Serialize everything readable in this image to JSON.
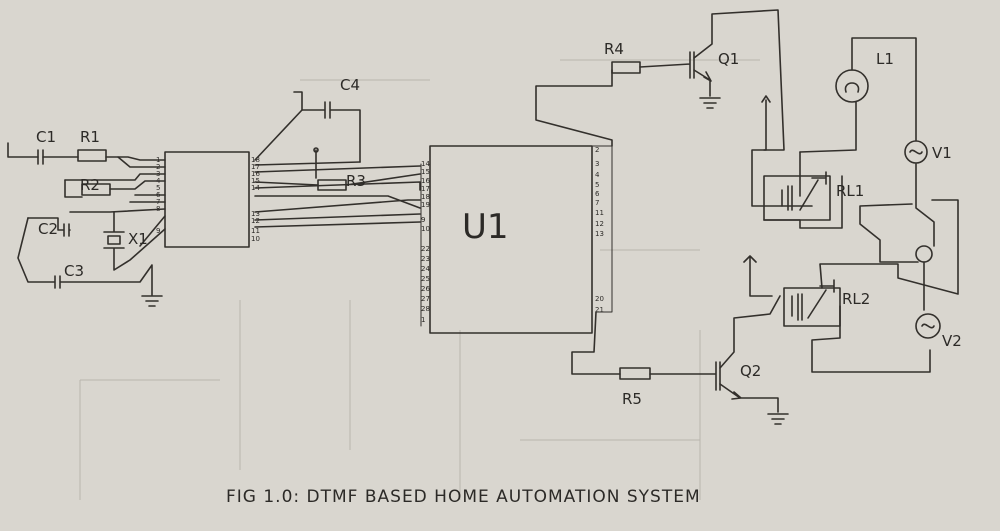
{
  "caption": "FIG 1.0: DTMF BASED HOME AUTOMATION SYSTEM",
  "components": {
    "c1": "C1",
    "r1": "R1",
    "r2": "R2",
    "c2": "C2",
    "c3": "C3",
    "x1": "X1",
    "c4": "C4",
    "r3": "R3",
    "u1": "U1",
    "r4": "R4",
    "q1": "Q1",
    "r5": "R5",
    "q2": "Q2",
    "l1": "L1",
    "v1": "V1",
    "rl1": "RL1",
    "rl2": "RL2",
    "v2": "V2"
  },
  "decoder_pins_left": [
    "1",
    "2",
    "3",
    "4",
    "5",
    "6",
    "7",
    "8",
    "9"
  ],
  "decoder_pins_right": [
    "18",
    "17",
    "16",
    "15",
    "14",
    "13",
    "12",
    "11",
    "10"
  ],
  "u1_pins_left": [
    "14",
    "15",
    "16",
    "17",
    "18",
    "19",
    "9",
    "10",
    "22",
    "23",
    "24",
    "25",
    "26",
    "27",
    "28",
    "1"
  ],
  "u1_pins_right": [
    "2",
    "3",
    "4",
    "5",
    "6",
    "7",
    "11",
    "12",
    "13",
    "20",
    "21"
  ]
}
